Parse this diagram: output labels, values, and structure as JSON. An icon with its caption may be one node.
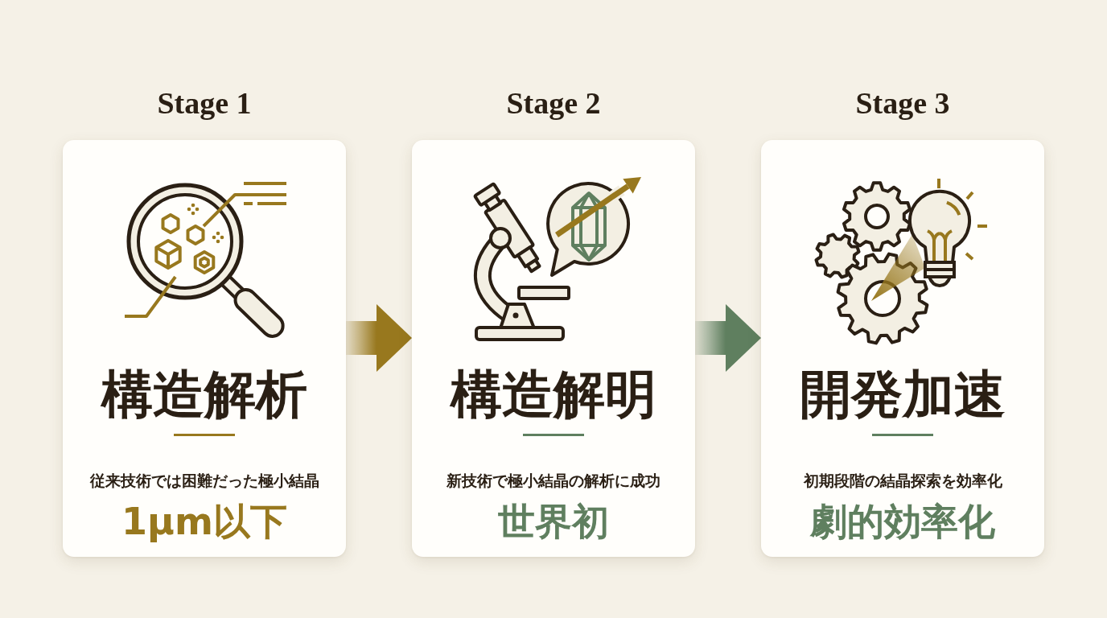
{
  "diagram": {
    "nodes": [
      {
        "text": [
          "Stage 1",
          "構造解析",
          "従来技術では困難だった極小結晶",
          "1µm以下"
        ]
      },
      {
        "text": [
          "Stage 2",
          "構造解明",
          "新技術で極小結晶の解析に成功",
          "世界初"
        ]
      },
      {
        "text": [
          "Stage 3",
          "開発加速",
          "初期段階の結晶探索を効率化",
          "劇的効率化"
        ]
      }
    ],
    "edges": [
      {
        "from": 0,
        "to": 1,
        "arrow": "to",
        "color": "#98781e"
      },
      {
        "from": 1,
        "to": 2,
        "arrow": "to",
        "color": "#5f7f5f"
      }
    ]
  }
}
